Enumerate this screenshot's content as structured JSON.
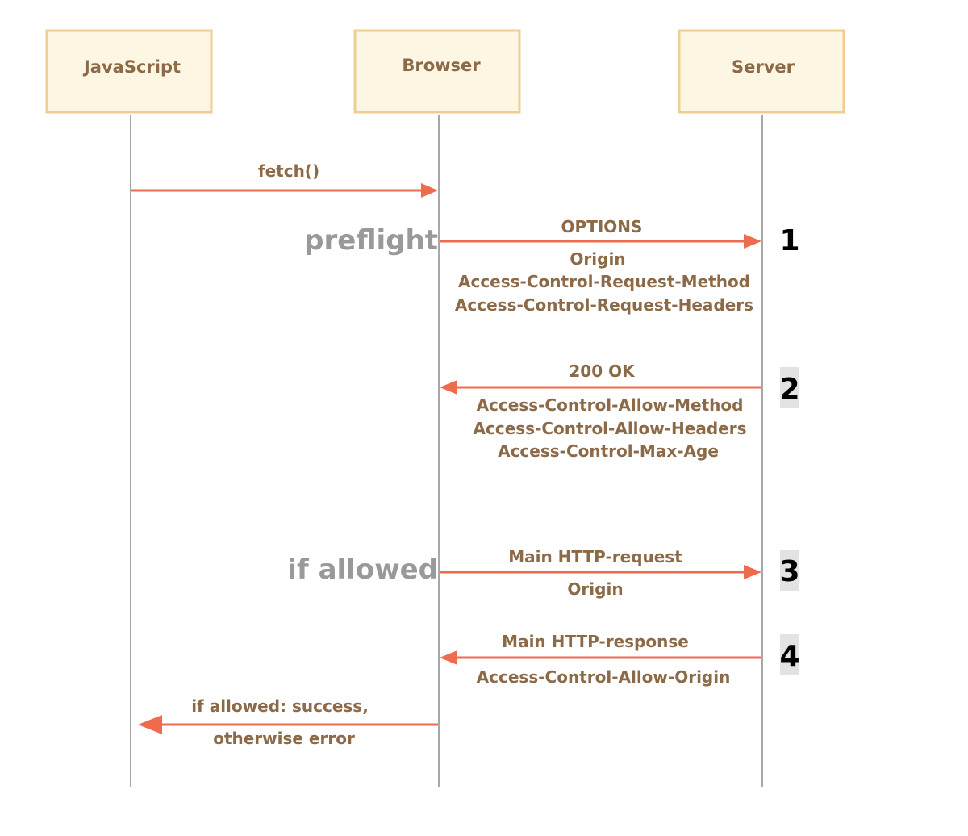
{
  "actors": {
    "javascript": "JavaScript",
    "browser": "Browser",
    "server": "Server"
  },
  "phases": {
    "preflight": "preflight",
    "if_allowed": "if allowed"
  },
  "messages": {
    "fetch": {
      "label": "fetch()"
    },
    "options": {
      "label": "OPTIONS",
      "headers": [
        "Origin",
        "Access-Control-Request-Method",
        "Access-Control-Request-Headers"
      ]
    },
    "ok": {
      "label": "200 OK",
      "headers": [
        "Access-Control-Allow-Method",
        "Access-Control-Allow-Headers",
        "Access-Control-Max-Age"
      ]
    },
    "main_request": {
      "label": "Main HTTP-request",
      "headers": [
        "Origin"
      ]
    },
    "main_response": {
      "label": "Main HTTP-response",
      "headers": [
        "Access-Control-Allow-Origin"
      ]
    },
    "result": {
      "lines": [
        "if allowed: success,",
        "otherwise error"
      ]
    }
  },
  "steps": [
    "1",
    "2",
    "3",
    "4"
  ],
  "colors": {
    "arrow": "#ee6b4d",
    "text": "#8c6a48",
    "box_fill": "#fdf6e3",
    "box_border": "#edcf93",
    "phase": "#999999"
  }
}
